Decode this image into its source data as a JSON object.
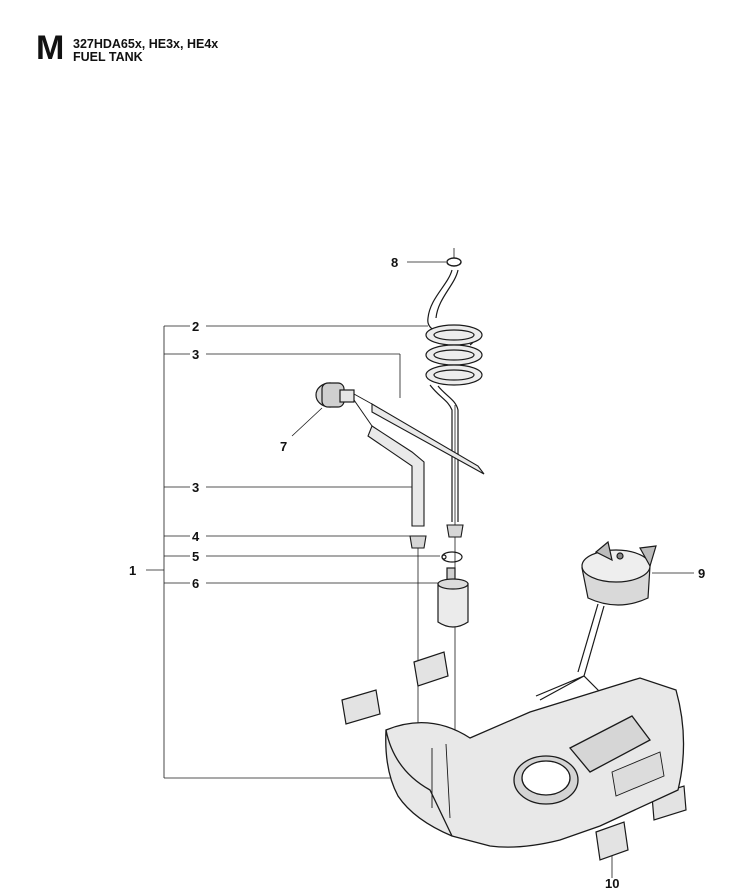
{
  "header": {
    "section_letter": "M",
    "model_line": "327HDA65x, HE3x, HE4x",
    "section_title": "FUEL TANK"
  },
  "callouts": {
    "c1": "1",
    "c2": "2",
    "c3a": "3",
    "c3b": "3",
    "c4": "4",
    "c5": "5",
    "c6": "6",
    "c7": "7",
    "c8": "8",
    "c9": "9",
    "c10": "10"
  },
  "colors": {
    "line": "#1a1a1a",
    "part_fill": "#e6e6e6",
    "part_shade": "#bdbdbd"
  }
}
